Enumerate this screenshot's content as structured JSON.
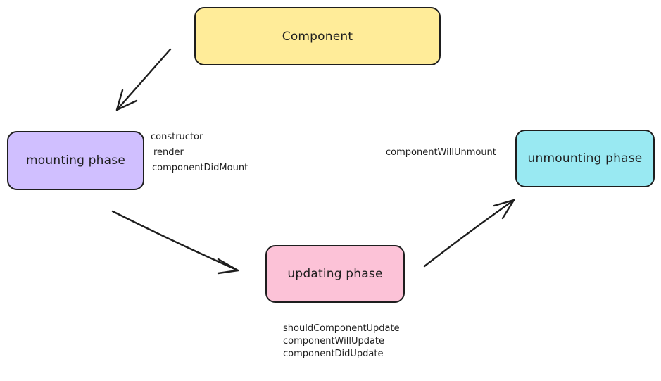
{
  "diagram": {
    "nodes": {
      "component": {
        "label": "Component",
        "color": "#ffec99"
      },
      "mounting": {
        "label": "mounting phase",
        "color": "#d0bfff"
      },
      "updating": {
        "label": "updating phase",
        "color": "#fcc2d7"
      },
      "unmounting": {
        "label": "unmounting phase",
        "color": "#99e9f2"
      }
    },
    "notes": {
      "mounting_methods": [
        "constructor",
        "render",
        "componentDidMount"
      ],
      "updating_methods": [
        "shouldComponentUpdate",
        "componentWillUpdate",
        "componentDidUpdate"
      ],
      "unmounting_methods": [
        "componentWillUnmount"
      ]
    },
    "edges": [
      {
        "from": "component",
        "to": "mounting"
      },
      {
        "from": "mounting",
        "to": "updating"
      },
      {
        "from": "updating",
        "to": "unmounting"
      }
    ],
    "stroke_color": "#1e1e1e"
  }
}
